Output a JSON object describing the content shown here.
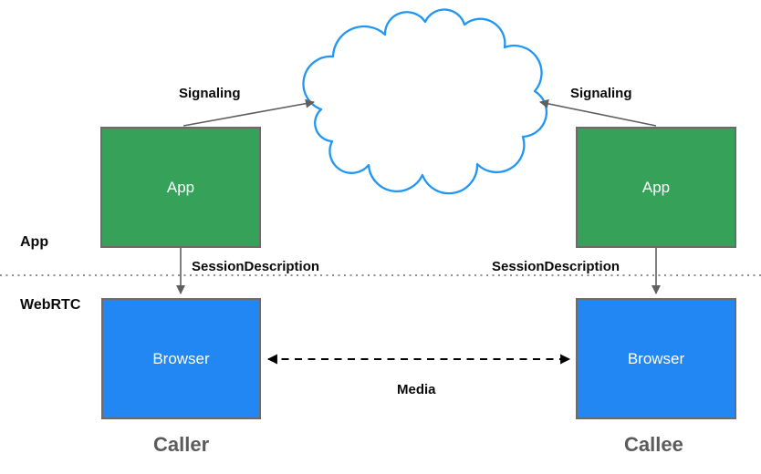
{
  "zones": {
    "top_label": "App",
    "bottom_label": "WebRTC"
  },
  "boxes": {
    "caller_app": {
      "label": "App"
    },
    "callee_app": {
      "label": "App"
    },
    "caller_browser": {
      "label": "Browser"
    },
    "callee_browser": {
      "label": "Browser"
    }
  },
  "edge_labels": {
    "signaling_left": "Signaling",
    "signaling_right": "Signaling",
    "session_description_left": "SessionDescription",
    "session_description_right": "SessionDescription",
    "media": "Media"
  },
  "captions": {
    "caller": "Caller",
    "callee": "Callee"
  },
  "colors": {
    "app_box_fill": "#36a259",
    "browser_box_fill": "#2287f2",
    "box_border": "#6b6b6b",
    "cloud_outline": "#2196f3",
    "connector_gray": "#5f5f5f",
    "separator_gray": "#8f8f8f",
    "media_arrow_black": "#000000",
    "caption_gray": "#5b5b5b",
    "box_text": "#ffffff",
    "label_text": "#0a0a0a"
  }
}
